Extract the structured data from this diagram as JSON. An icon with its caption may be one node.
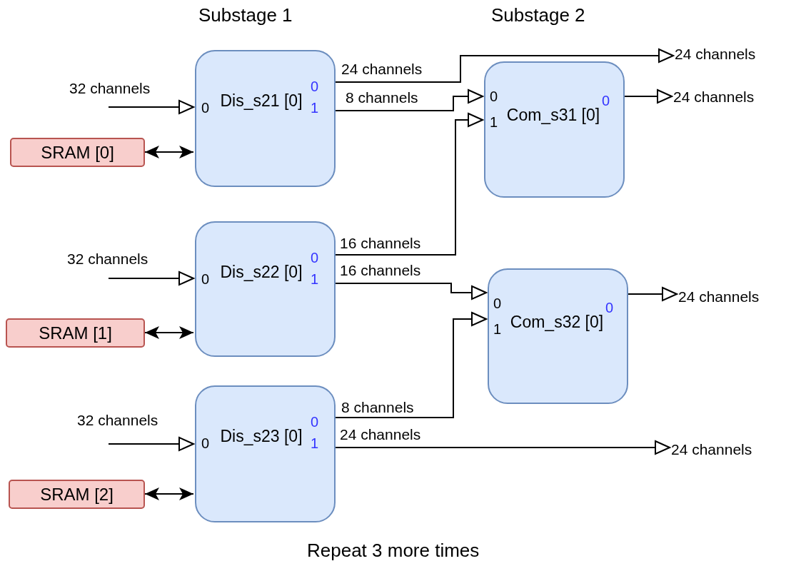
{
  "diagram": {
    "nodes": [
      {
        "text": [
          "0",
          "Dis_s21 [0]",
          "0",
          "1"
        ]
      },
      {
        "text": [
          "SRAM [0]"
        ]
      },
      {
        "text": [
          "0",
          "Dis_s22 [0]",
          "0",
          "1"
        ]
      },
      {
        "text": [
          "SRAM [1]"
        ]
      },
      {
        "text": [
          "0",
          "Dis_s23 [0]",
          "0",
          "1"
        ]
      },
      {
        "text": [
          "SRAM [2]"
        ]
      },
      {
        "text": [
          "0",
          "1",
          "Com_s31 [0]",
          "0"
        ]
      },
      {
        "text": [
          "0",
          "1",
          "Com_s32 [0]",
          "0"
        ]
      },
      {
        "text": [
          "24 channels"
        ]
      },
      {
        "text": [
          "24 channels"
        ]
      },
      {
        "text": [
          "24 channels"
        ]
      },
      {
        "text": [
          "24 channels"
        ]
      }
    ],
    "edges": [
      {
        "from": null,
        "to": 0,
        "arrow": "to",
        "label": "32 channels"
      },
      {
        "from": 1,
        "to": 0,
        "arrow": "both"
      },
      {
        "from": null,
        "to": 2,
        "arrow": "to",
        "label": "32 channels"
      },
      {
        "from": 3,
        "to": 2,
        "arrow": "both"
      },
      {
        "from": null,
        "to": 4,
        "arrow": "to",
        "label": "32 channels"
      },
      {
        "from": 5,
        "to": 4,
        "arrow": "both"
      },
      {
        "from": 0,
        "to": 8,
        "arrow": "to",
        "label": "24 channels"
      },
      {
        "from": 0,
        "to": 6,
        "arrow": "to",
        "label": "8 channels"
      },
      {
        "from": 2,
        "to": 6,
        "arrow": "to",
        "label": "16 channels"
      },
      {
        "from": 2,
        "to": 7,
        "arrow": "to",
        "label": "16 channels"
      },
      {
        "from": 4,
        "to": 7,
        "arrow": "to",
        "label": "8 channels"
      },
      {
        "from": 4,
        "to": 11,
        "arrow": "to",
        "label": "24 channels"
      },
      {
        "from": 6,
        "to": 9,
        "arrow": "to"
      },
      {
        "from": 7,
        "to": 10,
        "arrow": "to"
      }
    ],
    "labels": [
      "Substage 1",
      "Substage 2",
      "Repeat 3 more times"
    ]
  }
}
